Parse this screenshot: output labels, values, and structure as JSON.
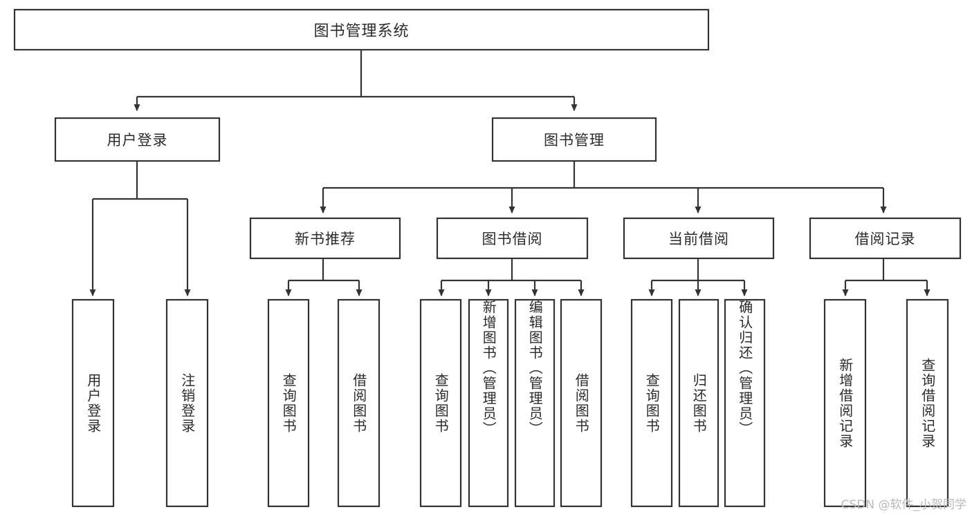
{
  "diagram": {
    "type": "tree",
    "orientation": "top-down",
    "title": "图书管理系统",
    "watermark": "CSDN @软件_小贺同学",
    "colors": {
      "box_stroke": "#333333",
      "box_fill": "#ffffff",
      "connector": "#333333",
      "text": "#2b2b2b",
      "watermark": "#b9b9b9",
      "background": "#ffffff"
    },
    "levels": {
      "root": {
        "label": "图书管理系统"
      },
      "level2": [
        {
          "id": "user-login",
          "label": "用户登录"
        },
        {
          "id": "book-management",
          "label": "图书管理"
        }
      ],
      "level3": [
        {
          "id": "new-book-recommend",
          "label": "新书推荐",
          "parent": "book-management"
        },
        {
          "id": "book-borrow",
          "label": "图书借阅",
          "parent": "book-management"
        },
        {
          "id": "current-borrow",
          "label": "当前借阅",
          "parent": "book-management"
        },
        {
          "id": "borrow-record",
          "label": "借阅记录",
          "parent": "book-management"
        }
      ],
      "leaves": [
        {
          "id": "leaf-user-login",
          "label": "用户登录",
          "parent": "user-login"
        },
        {
          "id": "leaf-user-logout",
          "label": "注销登录",
          "parent": "user-login"
        },
        {
          "id": "leaf-query-book-1",
          "label": "查询图书",
          "parent": "new-book-recommend"
        },
        {
          "id": "leaf-borrow-book-1",
          "label": "借阅图书",
          "parent": "new-book-recommend"
        },
        {
          "id": "leaf-query-book-2",
          "label": "查询图书",
          "parent": "book-borrow"
        },
        {
          "id": "leaf-add-book",
          "label": "新增图书（管理员）",
          "parent": "book-borrow"
        },
        {
          "id": "leaf-edit-book",
          "label": "编辑图书（管理员）",
          "parent": "book-borrow"
        },
        {
          "id": "leaf-borrow-book-2",
          "label": "借阅图书",
          "parent": "book-borrow"
        },
        {
          "id": "leaf-query-book-3",
          "label": "查询图书",
          "parent": "current-borrow"
        },
        {
          "id": "leaf-return-book",
          "label": "归还图书",
          "parent": "current-borrow"
        },
        {
          "id": "leaf-confirm-return",
          "label": "确认归还（管理员）",
          "parent": "current-borrow"
        },
        {
          "id": "leaf-add-record",
          "label": "新增借阅记录",
          "parent": "borrow-record"
        },
        {
          "id": "leaf-query-record",
          "label": "查询借阅记录",
          "parent": "borrow-record"
        }
      ]
    }
  }
}
